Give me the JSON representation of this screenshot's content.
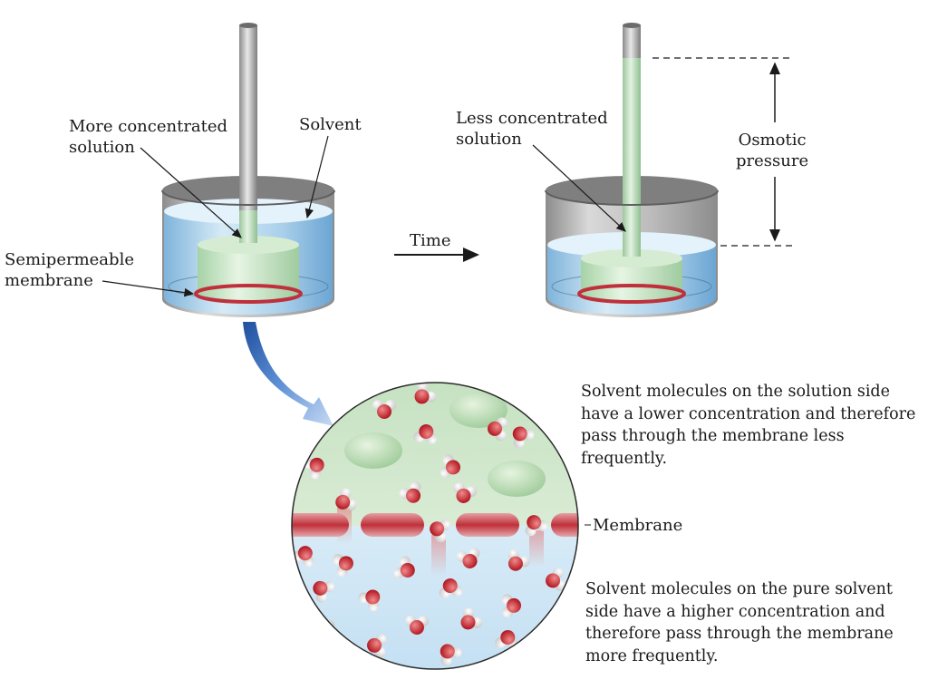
{
  "labels": {
    "more_concentrated": "More concentrated\nsolution",
    "solvent": "Solvent",
    "semipermeable": "Semipermeable\nmembrane",
    "time": "Time",
    "less_concentrated": "Less concentrated\nsolution",
    "osmotic": "Osmotic\npressure",
    "membrane": "Membrane"
  },
  "descriptions": {
    "solution_side": "Solvent molecules on the solution side have a lower concentration and therefore pass through the membrane less frequently.",
    "solvent_side": "Solvent molecules on the pure solvent side have a higher concentration and therefore pass through the membrane more frequently."
  },
  "colors": {
    "solvent_blue": "#bfe0f2",
    "solution_green": "#cfe7cf",
    "membrane_red": "#c0303a",
    "zoom_arrow": "#3a6fc0",
    "beaker_gray": "#9a9a9a"
  }
}
